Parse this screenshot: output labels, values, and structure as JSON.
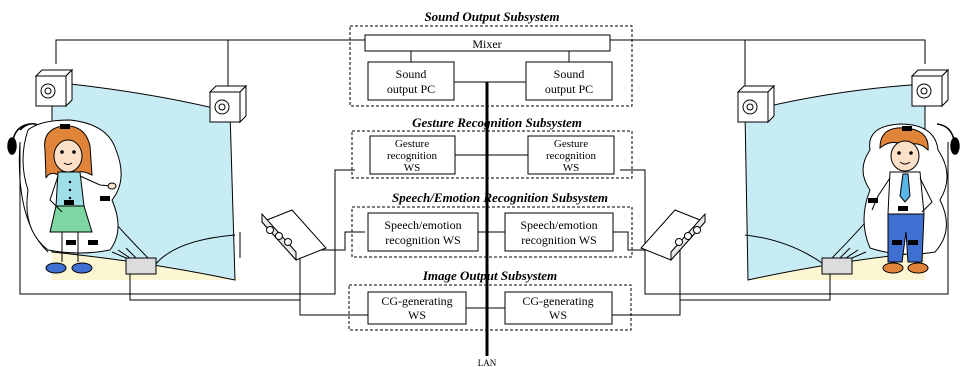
{
  "subsystems": {
    "sound_output": {
      "title": "Sound Output Subsystem",
      "mixer": "Mixer",
      "pc_left": [
        "Sound",
        "output PC"
      ],
      "pc_right": [
        "Sound",
        "output PC"
      ]
    },
    "gesture": {
      "title": "Gesture Recognition Subsystem",
      "ws_left": [
        "Gesture",
        "recognition",
        "WS"
      ],
      "ws_right": [
        "Gesture",
        "recognition",
        "WS"
      ]
    },
    "speech_emotion": {
      "title": "Speech/Emotion Recognition Subsystem",
      "ws_left": [
        "Speech/emotion",
        "recognition WS"
      ],
      "ws_right": [
        "Speech/emotion",
        "recognition WS"
      ]
    },
    "image_output": {
      "title": "Image Output Subsystem",
      "ws_left": [
        "CG-generating",
        "WS"
      ],
      "ws_right": [
        "CG-generating",
        "WS"
      ]
    }
  },
  "network_label": "LAN",
  "colors": {
    "screen": "#c8ecf4",
    "floor": "#fdf6d2",
    "line": "#000000",
    "girl_dress": "#9fdfe8",
    "girl_skirt": "#7ed6a2",
    "girl_hair": "#e0843a",
    "girl_shoes": "#3f6fd0",
    "boy_shirt": "#ffffff",
    "boy_pants": "#3f6fd0",
    "boy_hair": "#e0843a",
    "boy_shoes": "#e0843a",
    "boy_tie": "#5ab6e6"
  }
}
